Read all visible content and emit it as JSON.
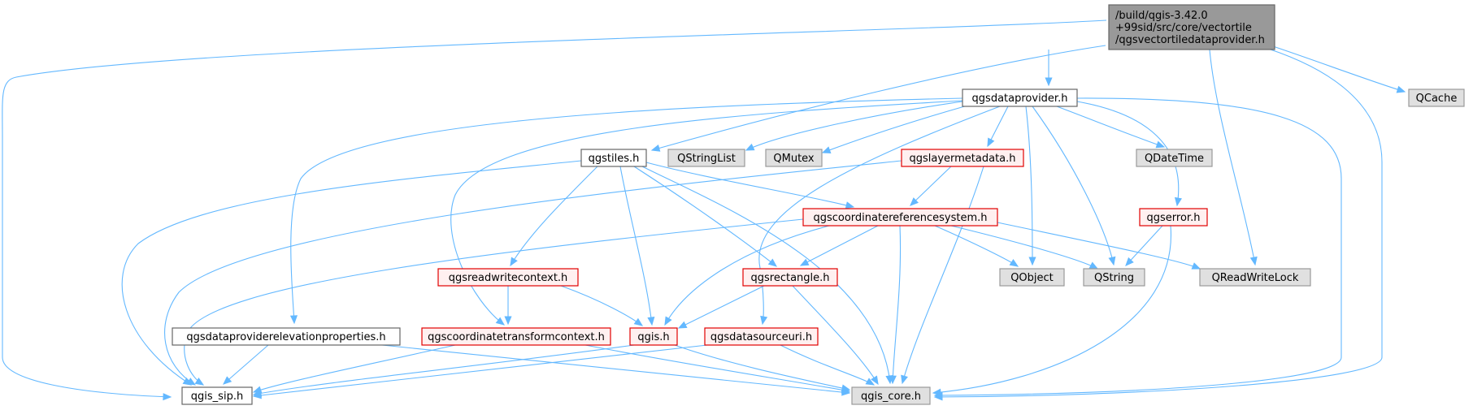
{
  "graph": {
    "nodes": [
      {
        "id": "root",
        "style": "root",
        "lines": [
          "/build/qgis-3.42.0",
          "+99sid/src/core/vectortile",
          "/qgsvectortiledataprovider.h"
        ]
      },
      {
        "id": "qgsdataprovider",
        "style": "normal",
        "lines": [
          "qgsdataprovider.h"
        ]
      },
      {
        "id": "qcache",
        "style": "gray",
        "lines": [
          "QCache"
        ]
      },
      {
        "id": "qgstiles",
        "style": "normal",
        "lines": [
          "qgstiles.h"
        ]
      },
      {
        "id": "qstringlist",
        "style": "gray",
        "lines": [
          "QStringList"
        ]
      },
      {
        "id": "qmutex",
        "style": "gray",
        "lines": [
          "QMutex"
        ]
      },
      {
        "id": "qgslayermetadata",
        "style": "red",
        "lines": [
          "qgslayermetadata.h"
        ]
      },
      {
        "id": "qdatetime",
        "style": "gray",
        "lines": [
          "QDateTime"
        ]
      },
      {
        "id": "qgscrs",
        "style": "red",
        "lines": [
          "qgscoordinatereferencesystem.h"
        ]
      },
      {
        "id": "qgserror",
        "style": "red",
        "lines": [
          "qgserror.h"
        ]
      },
      {
        "id": "qgsreadwritecontext",
        "style": "red",
        "lines": [
          "qgsreadwritecontext.h"
        ]
      },
      {
        "id": "qgsrectangle",
        "style": "red",
        "lines": [
          "qgsrectangle.h"
        ]
      },
      {
        "id": "qobject",
        "style": "gray",
        "lines": [
          "QObject"
        ]
      },
      {
        "id": "qstring",
        "style": "gray",
        "lines": [
          "QString"
        ]
      },
      {
        "id": "qreadwritelock",
        "style": "gray",
        "lines": [
          "QReadWriteLock"
        ]
      },
      {
        "id": "qgsdpelev",
        "style": "normal",
        "lines": [
          "qgsdataproviderelevationproperties.h"
        ]
      },
      {
        "id": "qgsctc",
        "style": "red",
        "lines": [
          "qgscoordinatetransformcontext.h"
        ]
      },
      {
        "id": "qgis",
        "style": "red",
        "lines": [
          "qgis.h"
        ]
      },
      {
        "id": "qgsdatasourceuri",
        "style": "red",
        "lines": [
          "qgsdatasourceuri.h"
        ]
      },
      {
        "id": "qgis_sip",
        "style": "normal",
        "lines": [
          "qgis_sip.h"
        ]
      },
      {
        "id": "qgis_core",
        "style": "gray",
        "lines": [
          "qgis_core.h"
        ]
      }
    ]
  }
}
